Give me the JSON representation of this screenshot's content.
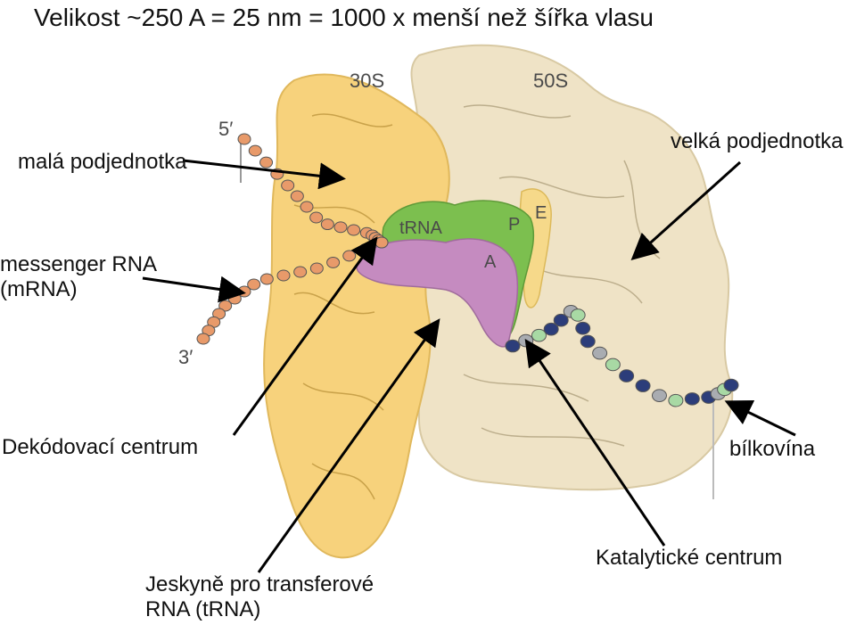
{
  "title": "Velikost ~250 A = 25 nm = 1000 x menší než šířka vlasu",
  "subunits": {
    "small": "30S",
    "large": "50S"
  },
  "mrna_ends": {
    "five": "5′",
    "three": "3′"
  },
  "sites": {
    "trna": "tRNA",
    "p": "P",
    "e": "E",
    "a": "A"
  },
  "labels": {
    "small_subunit": "malá podjednotka",
    "large_subunit": "velká podjednotka",
    "mrna_line1": "messenger RNA",
    "mrna_line2": "(mRNA)",
    "decoding": "Dekódovací centrum",
    "protein": "bílkovína",
    "trna_cave_line1": "Jeskyně pro transferové",
    "trna_cave_line2": "RNA (tRNA)",
    "catalytic": "Katalytické centrum"
  },
  "colors": {
    "small_subunit": "#f7d27c",
    "large_subunit": "#efe3c6",
    "trna_green": "#7cbf4f",
    "trna_purple": "#c58bc0",
    "mrna_beads": "#e89a6a",
    "protein_navy": "#2c3d7a",
    "protein_gray": "#a9acb1",
    "protein_green": "#a8d9a4"
  }
}
